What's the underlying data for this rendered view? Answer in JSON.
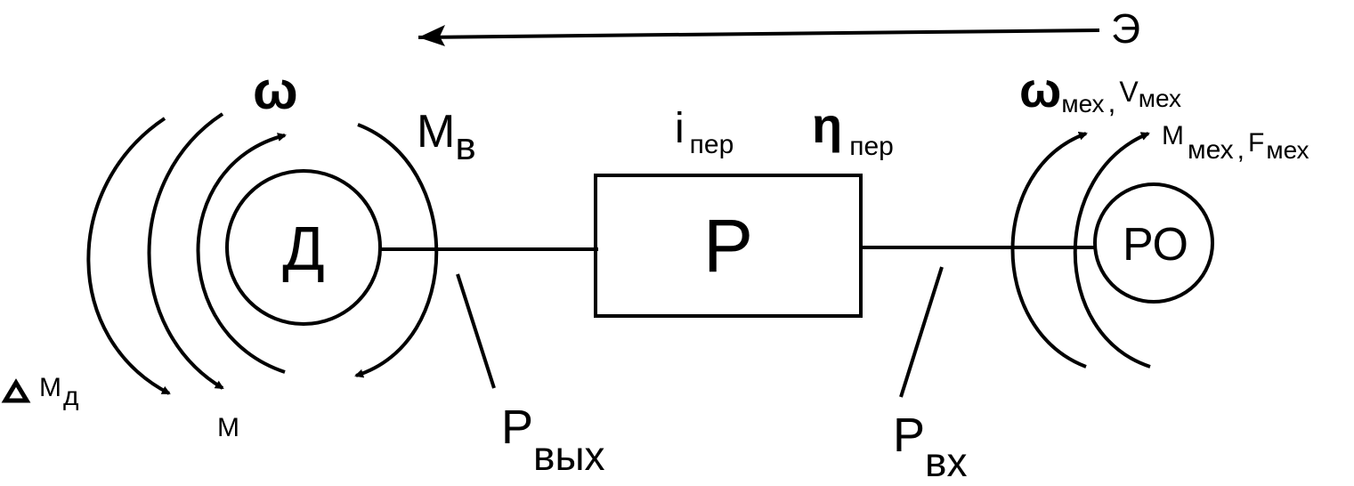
{
  "colors": {
    "ink": "#000000",
    "background": "#ffffff"
  },
  "energy_arrow": {
    "label": "Э"
  },
  "motor": {
    "label": "Д",
    "speed_symbol": "ω",
    "motor_torque_label": "М",
    "dynamic_torque": {
      "symbol": "М",
      "subscript": "д"
    }
  },
  "fan_torque": {
    "symbol": "М",
    "subscript": "в"
  },
  "reducer": {
    "label": "Р",
    "ratio": {
      "symbol": "i",
      "subscript": "пер"
    },
    "efficiency": {
      "symbol": "η",
      "subscript": "пер"
    }
  },
  "power_out": {
    "symbol": "Р",
    "subscript": "вых"
  },
  "power_in": {
    "symbol": "Р",
    "subscript": "вх"
  },
  "working_body": {
    "label": "РО",
    "speed": {
      "symbol": "ω",
      "subscript": "мех",
      "separator": ",",
      "linear_symbol": "V",
      "linear_subscript": "мех"
    },
    "torque": {
      "symbol": "М",
      "subscript": "мех",
      "separator": ",",
      "force_symbol": "F",
      "force_subscript": "мех"
    }
  },
  "delta_icon": "triangle-icon"
}
